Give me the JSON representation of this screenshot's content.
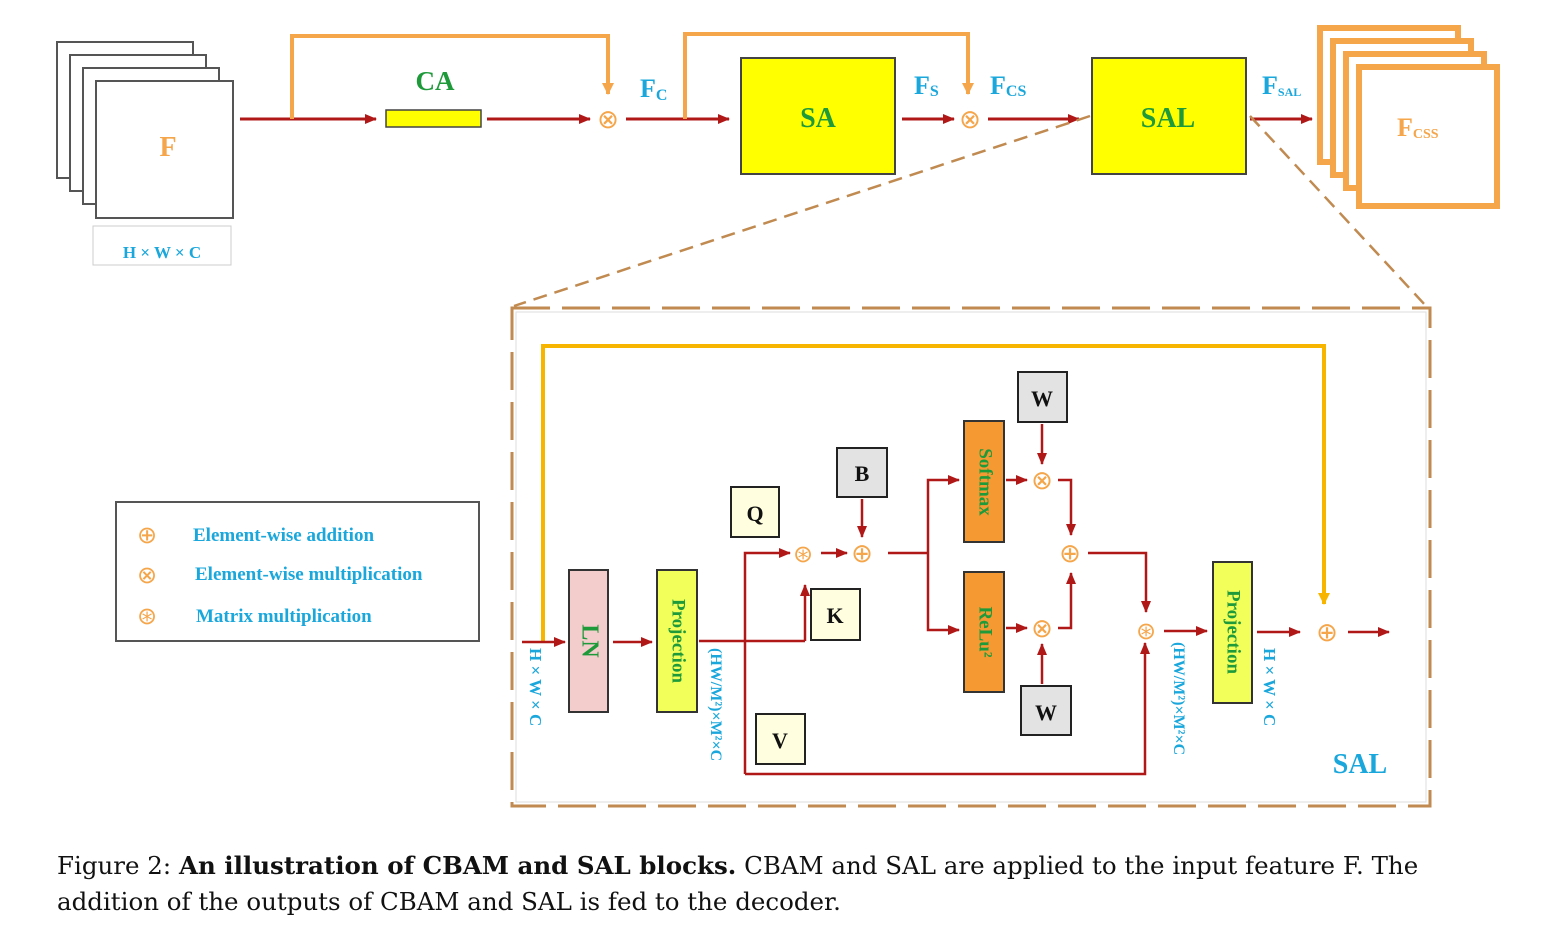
{
  "colors": {
    "red_arrow": "#b01818",
    "orange": "#f5a54a",
    "yellow_line": "#f7b500",
    "yellow_box": "#ffff00",
    "green_text": "#1e9a3a",
    "blue_text": "#1aa7dc",
    "orange_box": "#f59a33",
    "pink_box": "#f3cccc",
    "lime_box": "#f2ff5a",
    "gray_box": "#e3e3e3",
    "cream_box": "#ffffe0",
    "dashed_border": "#c08a50"
  },
  "top": {
    "input_label": "F",
    "input_dims": "H × W × C",
    "ca_label": "CA",
    "fc_label": "F",
    "fc_sub": "C",
    "sa_label": "SA",
    "fs_label": "F",
    "fs_sub": "S",
    "fcs_label": "F",
    "fcs_sub": "CS",
    "sal_label": "SAL",
    "fsal_label": "F",
    "fsal_sub": "SAL",
    "fcss_label": "F",
    "fcss_sub": "CSS"
  },
  "legend": {
    "items": [
      {
        "symbol": "⊕",
        "label": "Element-wise addition"
      },
      {
        "symbol": "⊗",
        "label": "Element-wise multiplication"
      },
      {
        "symbol": "⊛",
        "label": "Matrix multiplication"
      }
    ]
  },
  "sal_block": {
    "title": "SAL",
    "ln_label": "LN",
    "projection1_label": "Projection",
    "projection2_label": "Projection",
    "softmax_label": "Softmax",
    "relu_label": "ReLu²",
    "q_label": "Q",
    "k_label": "K",
    "v_label": "V",
    "b_label": "B",
    "w_top_label": "W",
    "w_bottom_label": "W",
    "dims_input": "H × W × C",
    "dims_proj1": "(HW/M²)×M²×C",
    "dims_proj2": "(HW/M²)×M²×C",
    "dims_output": "H × W × C",
    "symbols": {
      "add": "⊕",
      "mul": "⊗",
      "matmul": "⊛"
    }
  },
  "caption": {
    "prefix": "Figure 2: ",
    "bold": "An illustration of CBAM and SAL blocks.",
    "rest": "  CBAM and SAL are applied to the input feature F. The addition of the outputs of CBAM and SAL is fed to the decoder."
  }
}
